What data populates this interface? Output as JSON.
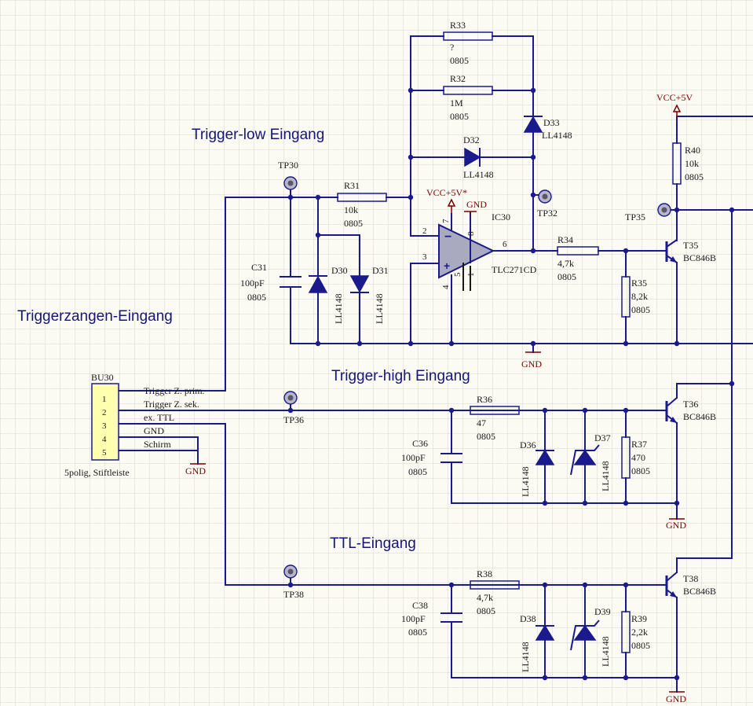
{
  "headings": {
    "trigger_low": "Trigger-low Eingang",
    "triggerzangen": "Triggerzangen-Eingang",
    "trigger_high": "Trigger-high Eingang",
    "ttl": "TTL-Eingang"
  },
  "power": {
    "vcc_op": "VCC+5V*",
    "vcc": "VCC+5V",
    "gnd": "GND"
  },
  "connector": {
    "designator": "BU30",
    "description": "5polig, Stiftleiste",
    "pins": [
      "1",
      "2",
      "3",
      "4",
      "5"
    ],
    "nets": [
      "Trigger Z. prim.",
      "Trigger Z. sek.",
      "ex. TTL",
      "GND",
      "Schirm"
    ]
  },
  "testpoints": {
    "tp30": "TP30",
    "tp32": "TP32",
    "tp35": "TP35",
    "tp36": "TP36",
    "tp38": "TP38"
  },
  "resistors": {
    "r31": {
      "name": "R31",
      "value": "10k",
      "pkg": "0805"
    },
    "r32": {
      "name": "R32",
      "value": "1M",
      "pkg": "0805"
    },
    "r33": {
      "name": "R33",
      "value": "?",
      "pkg": "0805"
    },
    "r34": {
      "name": "R34",
      "value": "4,7k",
      "pkg": "0805"
    },
    "r35": {
      "name": "R35",
      "value": "8,2k",
      "pkg": "0805"
    },
    "r36": {
      "name": "R36",
      "value": "47",
      "pkg": "0805"
    },
    "r37": {
      "name": "R37",
      "value": "470",
      "pkg": "0805"
    },
    "r38": {
      "name": "R38",
      "value": "4,7k",
      "pkg": "0805"
    },
    "r39": {
      "name": "R39",
      "value": "2,2k",
      "pkg": "0805"
    },
    "r40": {
      "name": "R40",
      "value": "10k",
      "pkg": "0805"
    }
  },
  "capacitors": {
    "c31": {
      "name": "C31",
      "value": "100pF",
      "pkg": "0805"
    },
    "c36": {
      "name": "C36",
      "value": "100pF",
      "pkg": "0805"
    },
    "c38": {
      "name": "C38",
      "value": "100pF",
      "pkg": "0805"
    }
  },
  "diodes": {
    "d30": {
      "name": "D30",
      "type": "LL4148"
    },
    "d31": {
      "name": "D31",
      "type": "LL4148"
    },
    "d32": {
      "name": "D32",
      "type": "LL4148"
    },
    "d33": {
      "name": "D33",
      "type": "LL4148"
    },
    "d36": {
      "name": "D36",
      "type": "LL4148"
    },
    "d37": {
      "name": "D37",
      "type": "LL4148"
    },
    "d38": {
      "name": "D38",
      "type": "LL4148"
    },
    "d39": {
      "name": "D39",
      "type": "LL4148"
    }
  },
  "opamp": {
    "designator": "IC30",
    "type": "TLC271CD",
    "pins": {
      "inv": "2",
      "noninv": "3",
      "out": "6",
      "vcc": "7",
      "gnd": "4",
      "p8": "8",
      "p1": "1",
      "p5": "5"
    },
    "minus": "−",
    "plus": "+"
  },
  "transistors": {
    "t35": {
      "name": "T35",
      "type": "BC846B"
    },
    "t36": {
      "name": "T36",
      "type": "BC846B"
    },
    "t38": {
      "name": "T38",
      "type": "BC846B"
    }
  },
  "colors": {
    "wire": "#1a1a8c",
    "power": "#7a0000",
    "connector_fill": "#ffffb0",
    "opamp_fill": "#a9aabf"
  }
}
